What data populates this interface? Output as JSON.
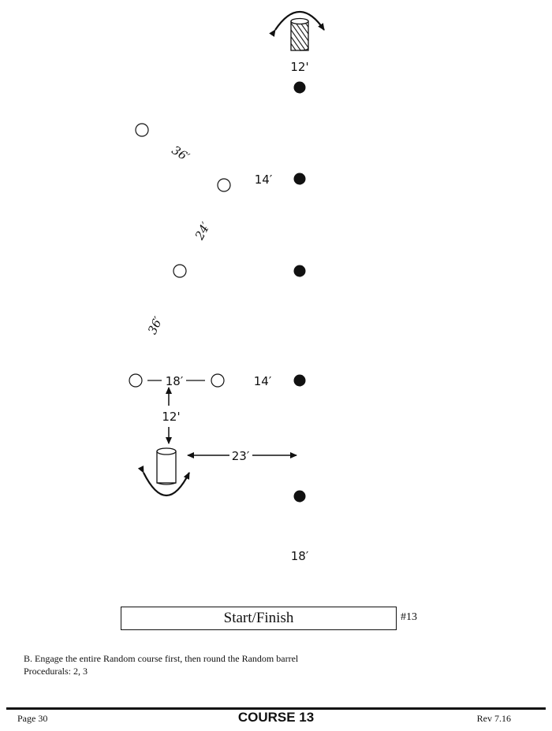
{
  "course": {
    "top_barrel_distance": "12'",
    "poles_left_gap": "14′",
    "poles_left_gap_lower": "14′",
    "bottom_gap": "18′",
    "dist_a": "36′",
    "dist_b": "24′",
    "dist_c": "36′",
    "cone_pair_distance": "18′",
    "cone_to_barrel": "12'",
    "barrel_to_poles": "23′"
  },
  "start_finish": {
    "label": "Start/Finish",
    "course_number": "#13"
  },
  "notes": {
    "line1": "B. Engage the entire Random course first, then round the Random barrel",
    "line2": "Procedurals:  2, 3"
  },
  "footer": {
    "page": "Page 30",
    "title": "COURSE 13",
    "revision": "Rev 7.16"
  }
}
